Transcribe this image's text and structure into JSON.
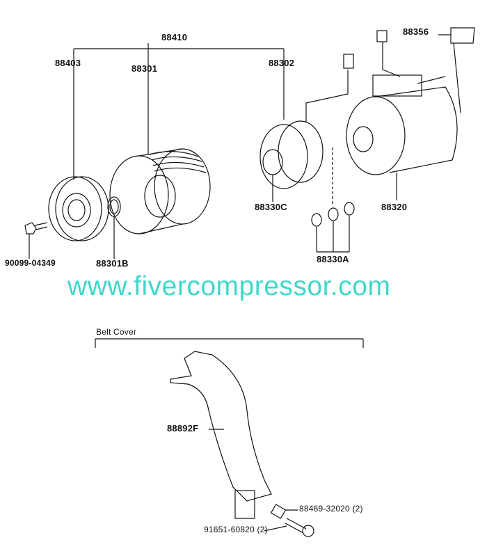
{
  "diagram": {
    "watermark": "www.fivercompressor.com",
    "section_title": "Belt Cover",
    "parts": {
      "assembly": "88410",
      "clutch_hub": "88403",
      "pulley": "88301",
      "stator": "88302",
      "label_plate": "88356",
      "snap_ring_stator": "88330C",
      "compressor": "88320",
      "bolt": "90099-04349",
      "snap_ring_pulley": "88301B",
      "shims": "88330A",
      "belt_cover": "88892F",
      "collar": "88469-32020 (2)",
      "cover_bolt": "91651-60820 (2)"
    }
  }
}
